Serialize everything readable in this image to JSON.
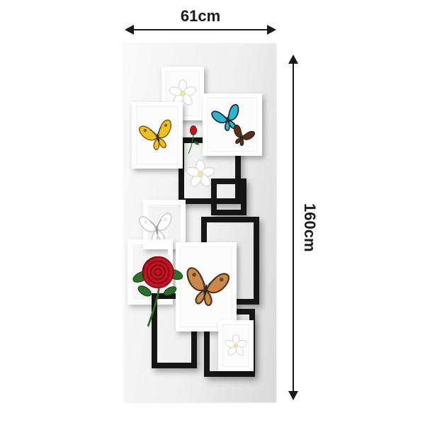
{
  "annotations": {
    "width_label": "61cm",
    "height_label": "160cm"
  },
  "colors": {
    "arrow": "#1a1a1a",
    "label_text": "#1a1a1a",
    "panel_light": "#fafafa",
    "panel_dark": "#d9d9d9",
    "white_frame": "#ffffff",
    "black_frame": "#161616",
    "butterfly_yellow": "#f0c020",
    "butterfly_blue": "#2bb5cf",
    "butterfly_dark": "#55301c",
    "butterfly_brown": "#c8894a",
    "butterfly_white": "#ffffff",
    "rose_red": "#bf1522",
    "rose_dark": "#7e0b14",
    "leaf_green": "#2f6d2f",
    "flower_white": "#ffffff"
  },
  "panel": {
    "items": [
      "white-framed-flower-top",
      "yellow-butterfly-in-white-frame",
      "blue-and-dark-butterflies-in-white-frame",
      "red-rose-bud",
      "white-flower",
      "black-open-frames",
      "white-open-frames",
      "white-lace-butterfly",
      "red-rose-with-leaves",
      "brown-butterfly-in-white-frame",
      "white-framed-flower-bottom"
    ]
  }
}
